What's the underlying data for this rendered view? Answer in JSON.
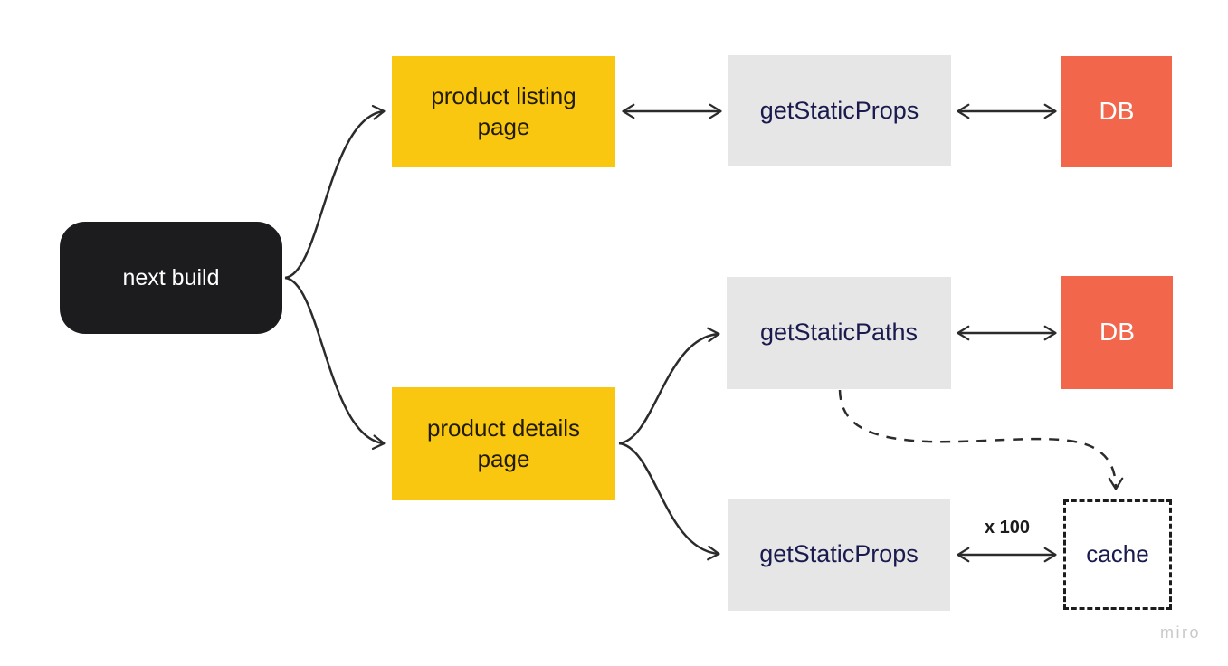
{
  "diagram": {
    "title_context": "next build static generation flow",
    "nodes": {
      "next_build": {
        "label": "next build"
      },
      "product_listing_page": {
        "label": "product listing page"
      },
      "get_static_props_top": {
        "label": "getStaticProps"
      },
      "db_top": {
        "label": "DB"
      },
      "get_static_paths": {
        "label": "getStaticPaths"
      },
      "db_mid": {
        "label": "DB"
      },
      "product_details_page": {
        "label": "product details page"
      },
      "get_static_props_bottom": {
        "label": "getStaticProps"
      },
      "cache": {
        "label": "cache"
      }
    },
    "edge_labels": {
      "multiplier": "x 100"
    },
    "colors": {
      "node_black": "#1C1C1E",
      "node_yellow": "#FAC710",
      "node_gray": "#E6E6E6",
      "node_orange": "#F2664C",
      "node_text_navy": "#1A1A4E",
      "node_text_white": "#FFFFFF",
      "arrow": "#2B2B2B",
      "watermark_gray": "#C9C9C9",
      "background": "#FFFFFF"
    },
    "watermark": "miro"
  }
}
